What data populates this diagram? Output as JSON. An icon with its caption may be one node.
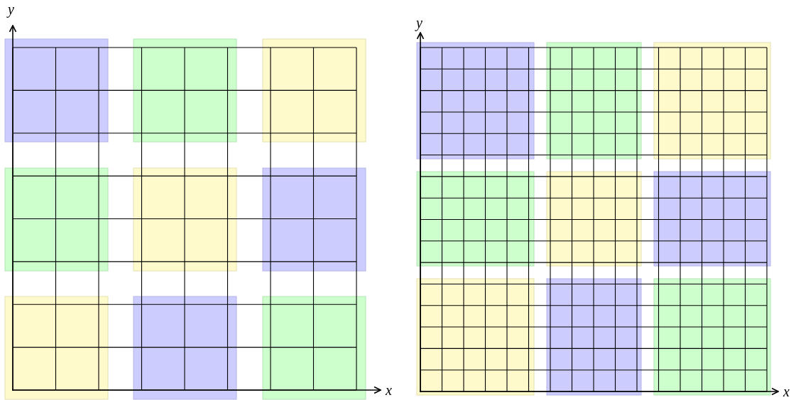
{
  "diagram": {
    "labels": [
      "y",
      "x",
      "y",
      "x"
    ]
  }
}
